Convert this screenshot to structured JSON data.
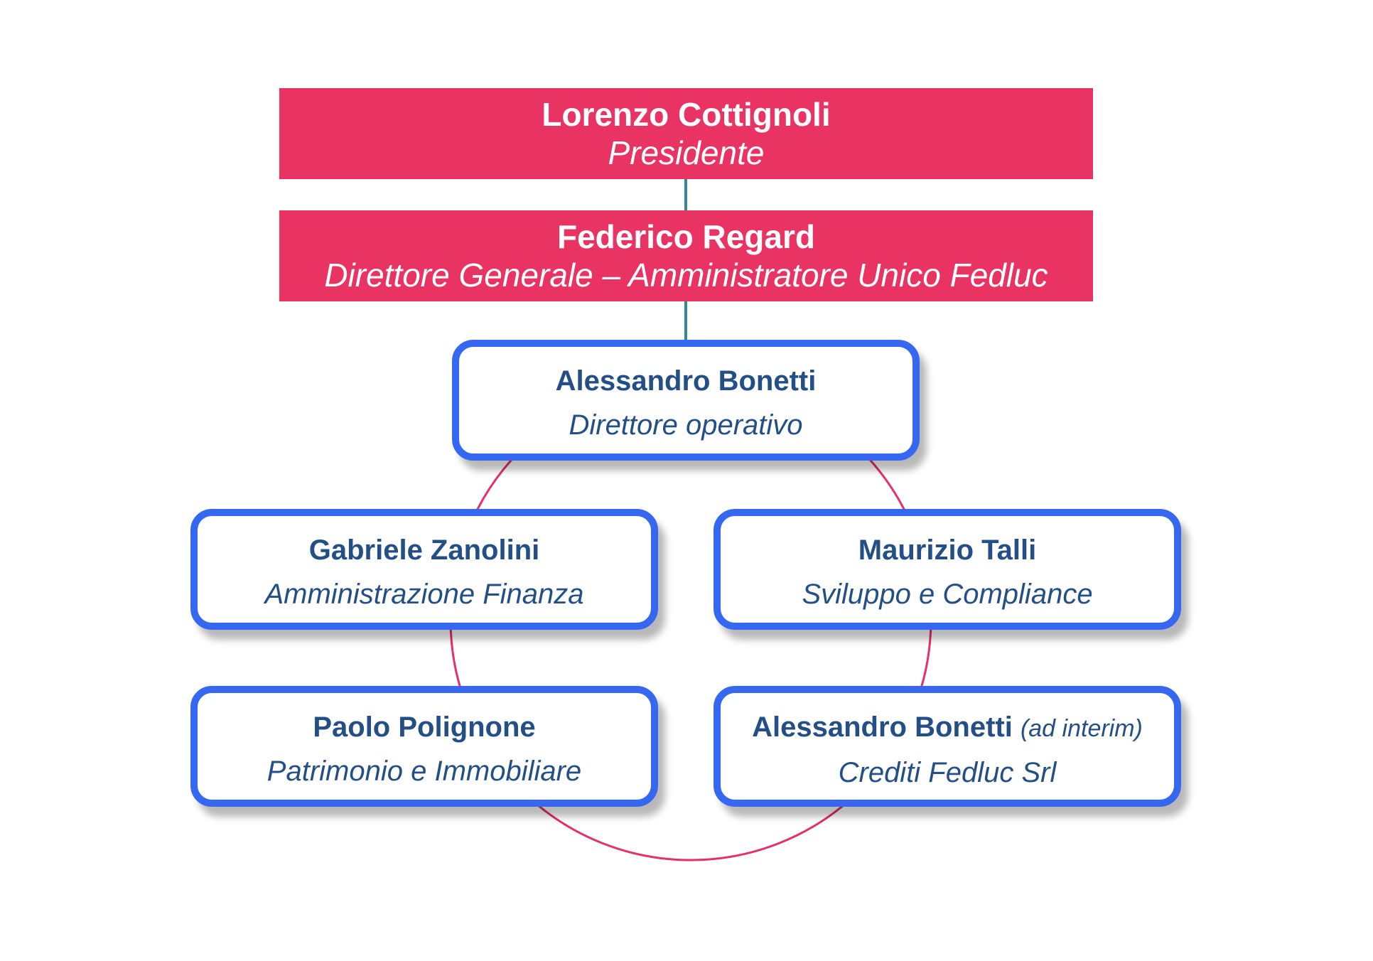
{
  "colors": {
    "header_fill": "#e83363",
    "header_text": "#ffffff",
    "box_border": "#3567f0",
    "box_text": "#234f86",
    "connector": "#2f8a93",
    "circle": "#e5306a"
  },
  "president": {
    "name": "Lorenzo Cottignoli",
    "role": "Presidente"
  },
  "general_director": {
    "name": "Federico Regard",
    "role": "Direttore Generale – Amministratore Unico Fedluc"
  },
  "units": [
    {
      "name": "Alessandro Bonetti",
      "role": "Direttore operativo"
    },
    {
      "name": "Gabriele Zanolini",
      "role": "Amministrazione Finanza"
    },
    {
      "name": "Maurizio Talli",
      "role": "Sviluppo e Compliance"
    },
    {
      "name": "Paolo Polignone",
      "role": "Patrimonio e Immobiliare"
    },
    {
      "name": "Alessandro Bonetti",
      "name_note": "(ad interim)",
      "role": "Crediti Fedluc Srl"
    }
  ]
}
